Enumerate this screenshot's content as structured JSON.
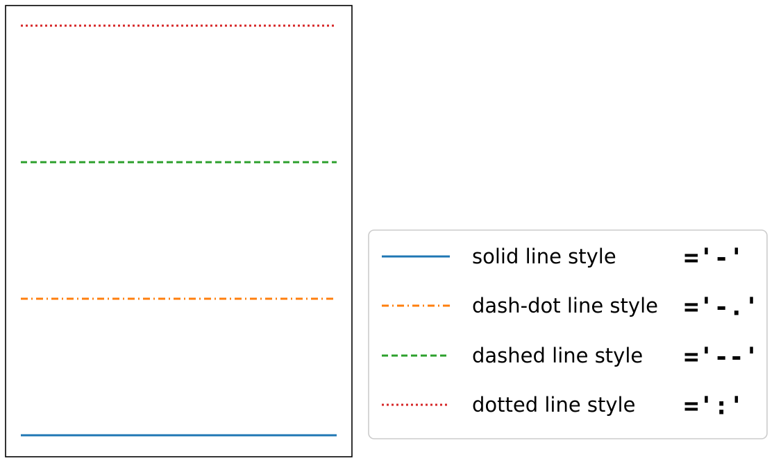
{
  "chart_data": {
    "type": "line",
    "title": "",
    "xlabel": "",
    "ylabel": "",
    "axis_ticks_visible": false,
    "grid": false,
    "legend_placement": "lower-right, outside plot",
    "series": [
      {
        "name": "solid line style",
        "code": "='-'",
        "linestyle": "-",
        "color": "#1f77b4",
        "x": [
          0,
          1
        ],
        "y": [
          0,
          0
        ]
      },
      {
        "name": "dash-dot line style",
        "code": "='-.'",
        "linestyle": "-.",
        "color": "#ff7f0e",
        "x": [
          0,
          1
        ],
        "y": [
          1,
          1
        ]
      },
      {
        "name": "dashed line style",
        "code": "='--'",
        "linestyle": "--",
        "color": "#2ca02c",
        "x": [
          0,
          1
        ],
        "y": [
          2,
          2
        ]
      },
      {
        "name": "dotted line style",
        "code": "=':'",
        "linestyle": ":",
        "color": "#d62728",
        "x": [
          0,
          1
        ],
        "y": [
          3,
          3
        ]
      }
    ]
  }
}
